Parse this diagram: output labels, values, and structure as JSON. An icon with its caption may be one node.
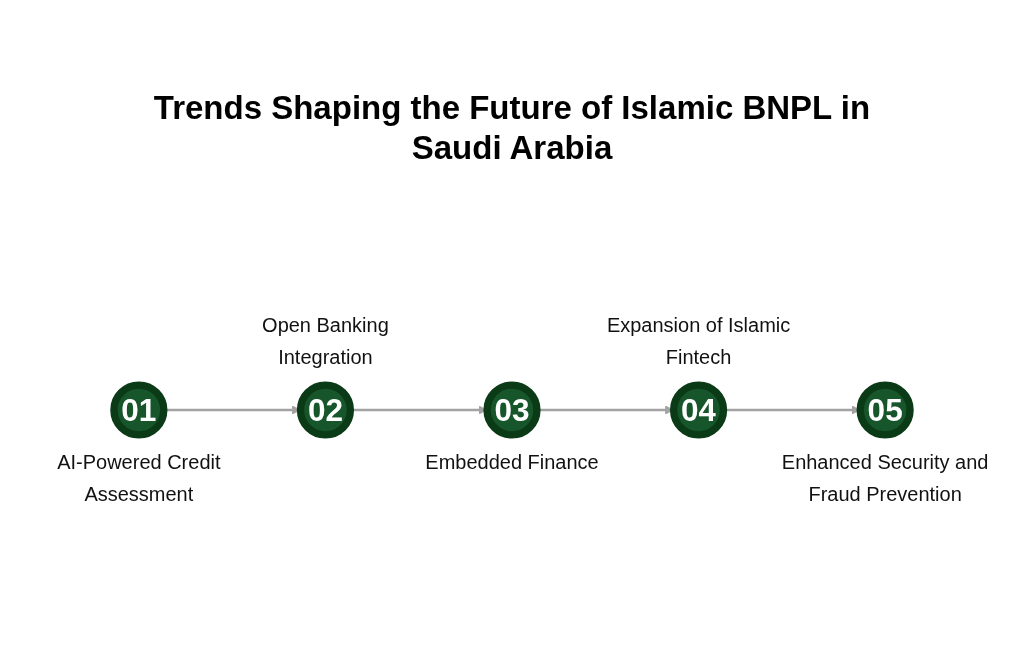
{
  "diagram": {
    "title": "Trends Shaping the Future of Islamic BNPL in Saudi Arabia",
    "nodes": [
      {
        "text": [
          "01"
        ],
        "beside": [
          "AI-Powered Credit Assessment"
        ]
      },
      {
        "text": [
          "02"
        ],
        "beside": [
          "Open Banking Integration"
        ]
      },
      {
        "text": [
          "03"
        ],
        "beside": [
          "Embedded Finance"
        ]
      },
      {
        "text": [
          "04"
        ],
        "beside": [
          "Expansion of Islamic Fintech"
        ]
      },
      {
        "text": [
          "05"
        ],
        "beside": [
          "Enhanced Security and Fraud Prevention"
        ]
      }
    ],
    "edges": [
      {
        "from": 0,
        "to": 1,
        "arrow": "to"
      },
      {
        "from": 1,
        "to": 2,
        "arrow": "to"
      },
      {
        "from": 2,
        "to": 3,
        "arrow": "to"
      },
      {
        "from": 3,
        "to": 4,
        "arrow": "to"
      }
    ]
  }
}
